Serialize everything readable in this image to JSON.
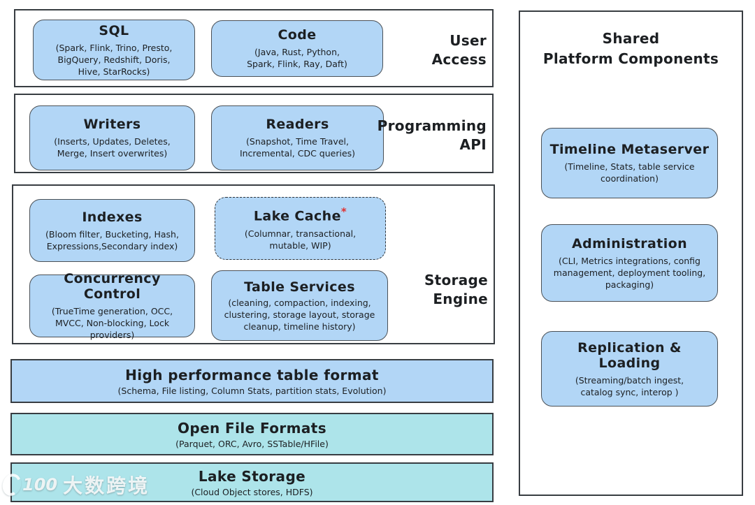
{
  "colors": {
    "box_blue": "#b2d6f6",
    "bar_cyan": "#ade4ea",
    "border": "#383d42",
    "text": "#1c1f22",
    "asterisk_red": "#e03131"
  },
  "userAccess": {
    "label": "User\nAccess",
    "sql": {
      "title": "SQL",
      "desc": "(Spark, Flink, Trino, Presto, BigQuery, Redshift, Doris, Hive, StarRocks)"
    },
    "code": {
      "title": "Code",
      "desc": "(Java, Rust, Python, Spark, Flink, Ray, Daft)"
    }
  },
  "programmingApi": {
    "label": "Programming\nAPI",
    "writers": {
      "title": "Writers",
      "desc": "(Inserts, Updates, Deletes, Merge, Insert overwrites)"
    },
    "readers": {
      "title": "Readers",
      "desc": "(Snapshot, Time Travel, Incremental, CDC queries)"
    }
  },
  "storageEngine": {
    "label": "Storage\nEngine",
    "indexes": {
      "title": "Indexes",
      "desc": "(Bloom filter, Bucketing, Hash, Expressions,Secondary index)"
    },
    "lakeCache": {
      "title": "Lake Cache",
      "asterisk": "*",
      "desc": "(Columnar, transactional, mutable, WIP)"
    },
    "concurrencyControl": {
      "title": "Concurrency Control",
      "desc": "(TrueTime generation, OCC, MVCC, Non-blocking, Lock providers)"
    },
    "tableServices": {
      "title": "Table Services",
      "desc": "(cleaning, compaction, indexing, clustering, storage layout, storage cleanup, timeline history)"
    }
  },
  "layers": {
    "tableFormat": {
      "title": "High performance table format",
      "desc": "(Schema, File listing, Column Stats, partition stats, Evolution)"
    },
    "openFileFormats": {
      "title": "Open File Formats",
      "desc": "(Parquet, ORC, Avro, SSTable/HFile)"
    },
    "lakeStorage": {
      "title": "Lake Storage",
      "desc": "(Cloud Object stores, HDFS)"
    }
  },
  "sharedPlatform": {
    "title": "Shared\nPlatform Components",
    "timelineMetaserver": {
      "title": "Timeline Metaserver",
      "desc": "(Timeline, Stats, table service coordination)"
    },
    "administration": {
      "title": "Administration",
      "desc": "(CLI, Metrics integrations, config management, deployment tooling, packaging)"
    },
    "replicationLoading": {
      "title": "Replication & Loading",
      "desc": "(Streaming/batch ingest, catalog sync, interop )"
    }
  },
  "watermark": {
    "logo": "100",
    "text": "大数跨境"
  }
}
